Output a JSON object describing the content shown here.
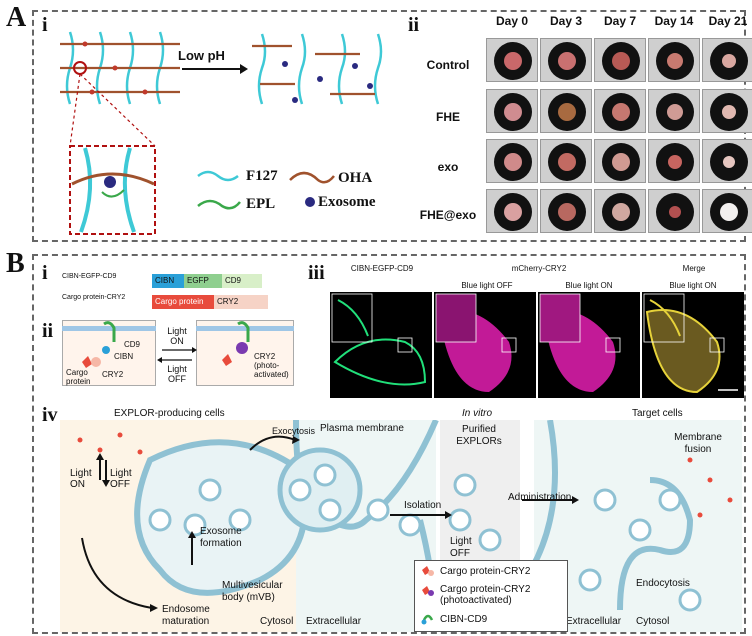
{
  "panel_a": {
    "letter": "A",
    "sub_i": "i",
    "sub_ii": "ii",
    "low_ph": "Low pH",
    "legend": {
      "f127": "F127",
      "oha": "OHA",
      "epl": "EPL",
      "exosome": "Exosome"
    },
    "days": [
      "Day 0",
      "Day 3",
      "Day 7",
      "Day 14",
      "Day 21"
    ],
    "groups": [
      "Control",
      "FHE",
      "exo",
      "FHE@exo"
    ]
  },
  "panel_b": {
    "letter": "B",
    "sub_i": "i",
    "sub_ii": "ii",
    "sub_iii": "iii",
    "sub_iv": "iv",
    "constructs": {
      "c1_name": "CIBN-EGFP-CD9",
      "c1_seg1": "CIBN",
      "c1_seg2": "EGFP",
      "c1_seg3": "CD9",
      "c2_name": "Cargo protein-CRY2",
      "c2_seg1": "Cargo protein",
      "c2_seg2": "CRY2"
    },
    "mech": {
      "cd9": "CD9",
      "cibn": "CIBN",
      "cargo": "Cargo protein",
      "cry2": "CRY2",
      "light_on": "Light ON",
      "light_off": "Light OFF",
      "cry2_act": "CRY2 (photo-activated)"
    },
    "micro": {
      "col1": "CIBN-EGFP-CD9",
      "col2": "mCherry-CRY2",
      "col3": "Merge",
      "sub2": "Blue light OFF",
      "sub3": "Blue light ON",
      "sub4": "Blue light ON"
    },
    "scheme": {
      "producing": "EXPLOR-producing cells",
      "plasma": "Plasma membrane",
      "exocytosis": "Exocytosis",
      "light_on": "Light ON",
      "light_off": "Light OFF",
      "exo_form": "Exosome formation",
      "mvb": "Multivesicular body (mVB)",
      "endosome": "Endosome maturation",
      "cytosol1": "Cytosol",
      "extracellular1": "Extracellular",
      "isolation": "Isolation",
      "in_vitro": "In vitro",
      "purified": "Purified EXPLORs",
      "light_off2": "Light OFF",
      "administration": "Administration",
      "target": "Target cells",
      "fusion": "Membrane fusion",
      "endocytosis": "Endocytosis",
      "extracellular2": "Extracellular",
      "cytosol2": "Cytosol",
      "legend1": "Cargo protein-CRY2",
      "legend2": "Cargo protein-CRY2 (photoactivated)",
      "legend3": "CIBN-CD9"
    }
  },
  "colors": {
    "f127": "#3ec9d6",
    "oha": "#a0522d",
    "epl": "#3aa84a",
    "exosome": "#2a2a80",
    "cibn": "#2aa0d8",
    "egfp": "#8fcf8f",
    "cd9": "#d8efc8",
    "cargo": "#e84b3c",
    "cry2": "#f6d3c6",
    "green_ch": "#21e07a",
    "magenta_ch": "#ff2ec4",
    "merge_ch": "#e6d23a"
  }
}
